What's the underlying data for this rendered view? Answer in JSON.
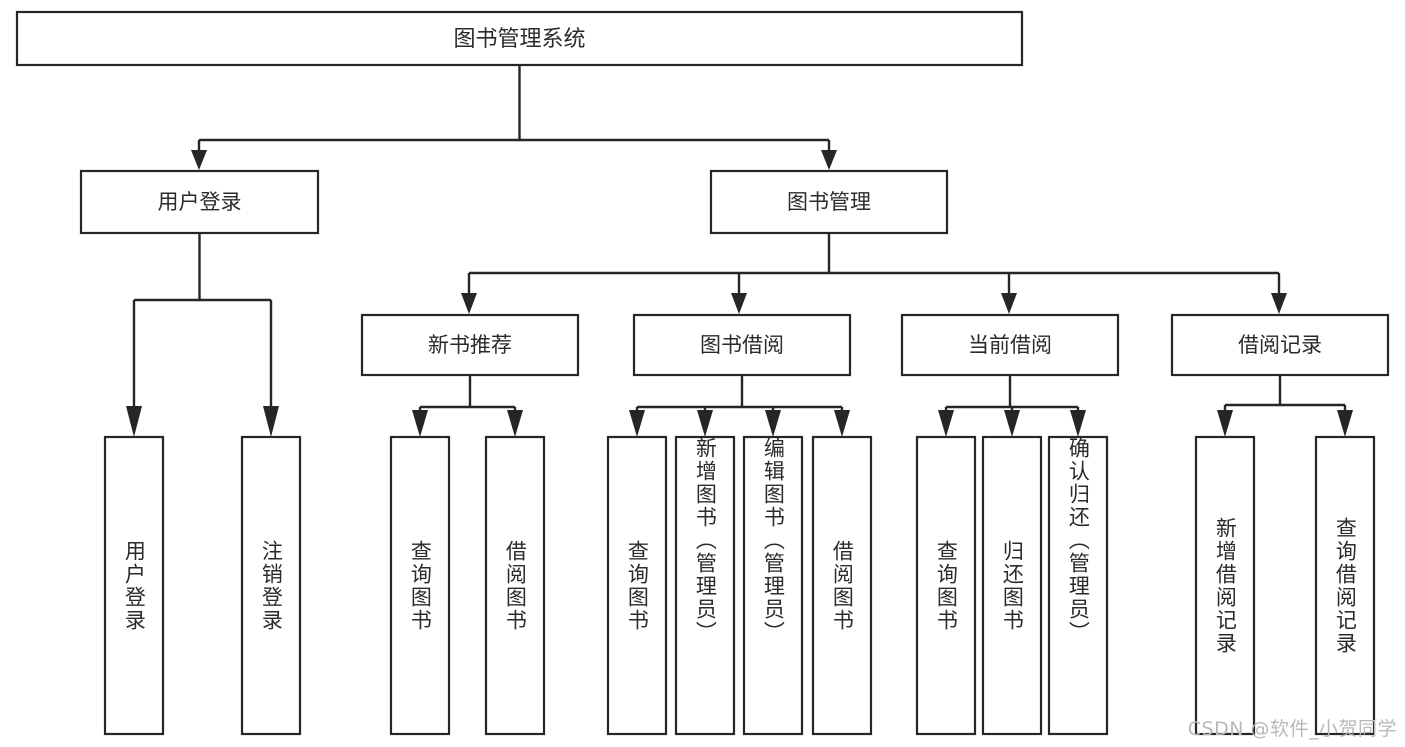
{
  "diagram": {
    "title": "图书管理系统",
    "type": "hierarchy-tree",
    "root": {
      "label": "图书管理系统"
    },
    "level2": [
      {
        "label": "用户登录"
      },
      {
        "label": "图书管理"
      }
    ],
    "level3": [
      {
        "label": "新书推荐"
      },
      {
        "label": "图书借阅"
      },
      {
        "label": "当前借阅"
      },
      {
        "label": "借阅记录"
      }
    ],
    "leaves": {
      "user_login": [
        {
          "label": "用户登录"
        },
        {
          "label": "注销登录"
        }
      ],
      "new_book_recommend": [
        {
          "label": "查询图书"
        },
        {
          "label": "借阅图书"
        }
      ],
      "book_borrow": [
        {
          "label": "查询图书"
        },
        {
          "label": "新增图书（管理员）"
        },
        {
          "label": "编辑图书（管理员）"
        },
        {
          "label": "借阅图书"
        }
      ],
      "current_borrow": [
        {
          "label": "查询图书"
        },
        {
          "label": "归还图书"
        },
        {
          "label": "确认归还（管理员）"
        }
      ],
      "borrow_record": [
        {
          "label": "新增借阅记录"
        },
        {
          "label": "查询借阅记录"
        }
      ]
    }
  },
  "watermark": {
    "text": "CSDN @软件_小贺同学"
  },
  "colors": {
    "box_stroke": "#262626",
    "box_fill": "#ffffff",
    "text": "#2b2b2b",
    "watermark": "#b9b9b9",
    "background": "#ffffff"
  }
}
